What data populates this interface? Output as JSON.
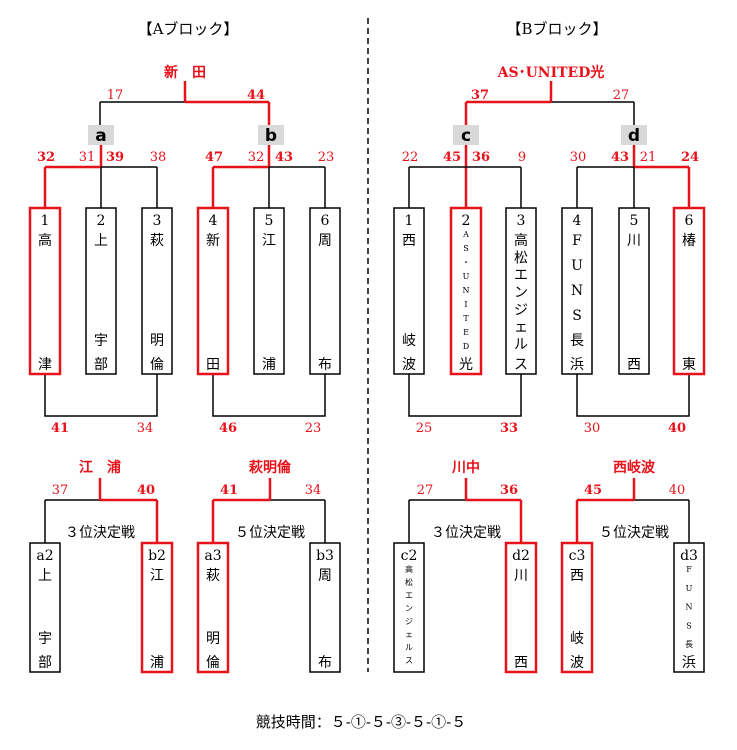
{
  "blocks": {
    "a": {
      "title": "【Aブロック】"
    },
    "b": {
      "title": "【Bブロック】"
    }
  },
  "a_block": {
    "winner": "新　田",
    "final_left": "17",
    "final_right": "44",
    "groups": [
      {
        "label": "a",
        "scores": [
          "32",
          "31",
          "39",
          "38"
        ],
        "bottom_scores": [
          "41",
          "34"
        ]
      },
      {
        "label": "b",
        "scores": [
          "47",
          "32",
          "43",
          "23"
        ],
        "bottom_scores": [
          "46",
          "23"
        ]
      }
    ],
    "teams": [
      {
        "no": "1",
        "top": "高",
        "mid": [],
        "bottom": "津"
      },
      {
        "no": "2",
        "top": "上",
        "mid": [
          "宇"
        ],
        "bottom": "部"
      },
      {
        "no": "3",
        "top": "萩",
        "mid": [
          "明"
        ],
        "bottom": "倫"
      },
      {
        "no": "4",
        "top": "新",
        "mid": [],
        "bottom": "田"
      },
      {
        "no": "5",
        "top": "江",
        "mid": [],
        "bottom": "浦"
      },
      {
        "no": "6",
        "top": "周",
        "mid": [],
        "bottom": "布"
      }
    ]
  },
  "b_block": {
    "winner": "AS･UNITED光",
    "final_left": "37",
    "final_right": "27",
    "groups": [
      {
        "label": "c",
        "scores": [
          "22",
          "45",
          "36",
          "9"
        ],
        "bottom_scores": [
          "25",
          "33"
        ]
      },
      {
        "label": "d",
        "scores": [
          "30",
          "43",
          "21",
          "24"
        ],
        "bottom_scores": [
          "30",
          "40"
        ]
      }
    ],
    "teams": [
      {
        "no": "1",
        "top": "西",
        "mid": [
          "岐"
        ],
        "bottom": "波"
      },
      {
        "no": "2",
        "top": "",
        "mid": [
          "A",
          "S",
          "・",
          "U",
          "N",
          "I",
          "T",
          "E",
          "D"
        ],
        "bottom": "光"
      },
      {
        "no": "3",
        "top": "高",
        "mid": [
          "松",
          "エ",
          "ン",
          "ジ",
          "ェ",
          "ル"
        ],
        "bottom": "ス"
      },
      {
        "no": "4",
        "top": "F",
        "mid": [
          "U",
          "N",
          "S",
          "長"
        ],
        "bottom": "浜"
      },
      {
        "no": "5",
        "top": "川",
        "mid": [],
        "bottom": "西"
      },
      {
        "no": "6",
        "top": "椿",
        "mid": [],
        "bottom": "東"
      }
    ]
  },
  "placement": [
    {
      "winner": "江　浦",
      "score_left": "37",
      "score_right": "40",
      "label": "３位決定戦",
      "left": {
        "no": "a2",
        "top": "上",
        "mid": [
          "宇"
        ],
        "bottom": "部"
      },
      "right": {
        "no": "b2",
        "top": "江",
        "mid": [],
        "bottom": "浦"
      }
    },
    {
      "winner": "萩明倫",
      "score_left": "41",
      "score_right": "34",
      "label": "５位決定戦",
      "left": {
        "no": "a3",
        "top": "萩",
        "mid": [
          "明"
        ],
        "bottom": "倫"
      },
      "right": {
        "no": "b3",
        "top": "周",
        "mid": [],
        "bottom": "布"
      }
    },
    {
      "winner": "川中",
      "score_left": "27",
      "score_right": "36",
      "label": "３位決定戦",
      "left": {
        "no": "c2",
        "top": "",
        "mid": [
          "高",
          "松",
          "エ",
          "ン",
          "ジ",
          "ェ",
          "ル",
          "ス"
        ],
        "bottom": ""
      },
      "right": {
        "no": "d2",
        "top": "川",
        "mid": [],
        "bottom": "西"
      }
    },
    {
      "winner": "西岐波",
      "score_left": "45",
      "score_right": "40",
      "label": "５位決定戦",
      "left": {
        "no": "c3",
        "top": "西",
        "mid": [
          "岐"
        ],
        "bottom": "波"
      },
      "right": {
        "no": "d3",
        "top": "",
        "mid": [
          "F",
          "U",
          "N",
          "S",
          "長"
        ],
        "bottom": "浜"
      }
    }
  ],
  "footer": "競技時間：５-①-５-③-５-①-５",
  "colors": {
    "win": "#e8121b",
    "line": "#000000",
    "label_bg": "#d9d9d9"
  }
}
